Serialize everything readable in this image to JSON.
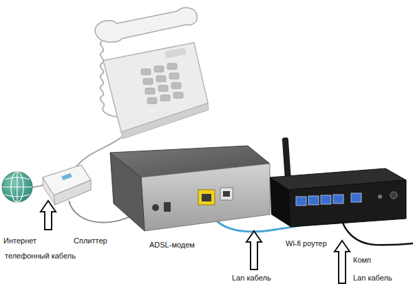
{
  "diagram": {
    "labels": [
      "Интернет",
      "телефонный кабель",
      "Сплиттер",
      "ADSL-модем",
      "Lan кабель",
      "Wi-fi роутер",
      "Комп",
      "Lan кабель"
    ]
  }
}
